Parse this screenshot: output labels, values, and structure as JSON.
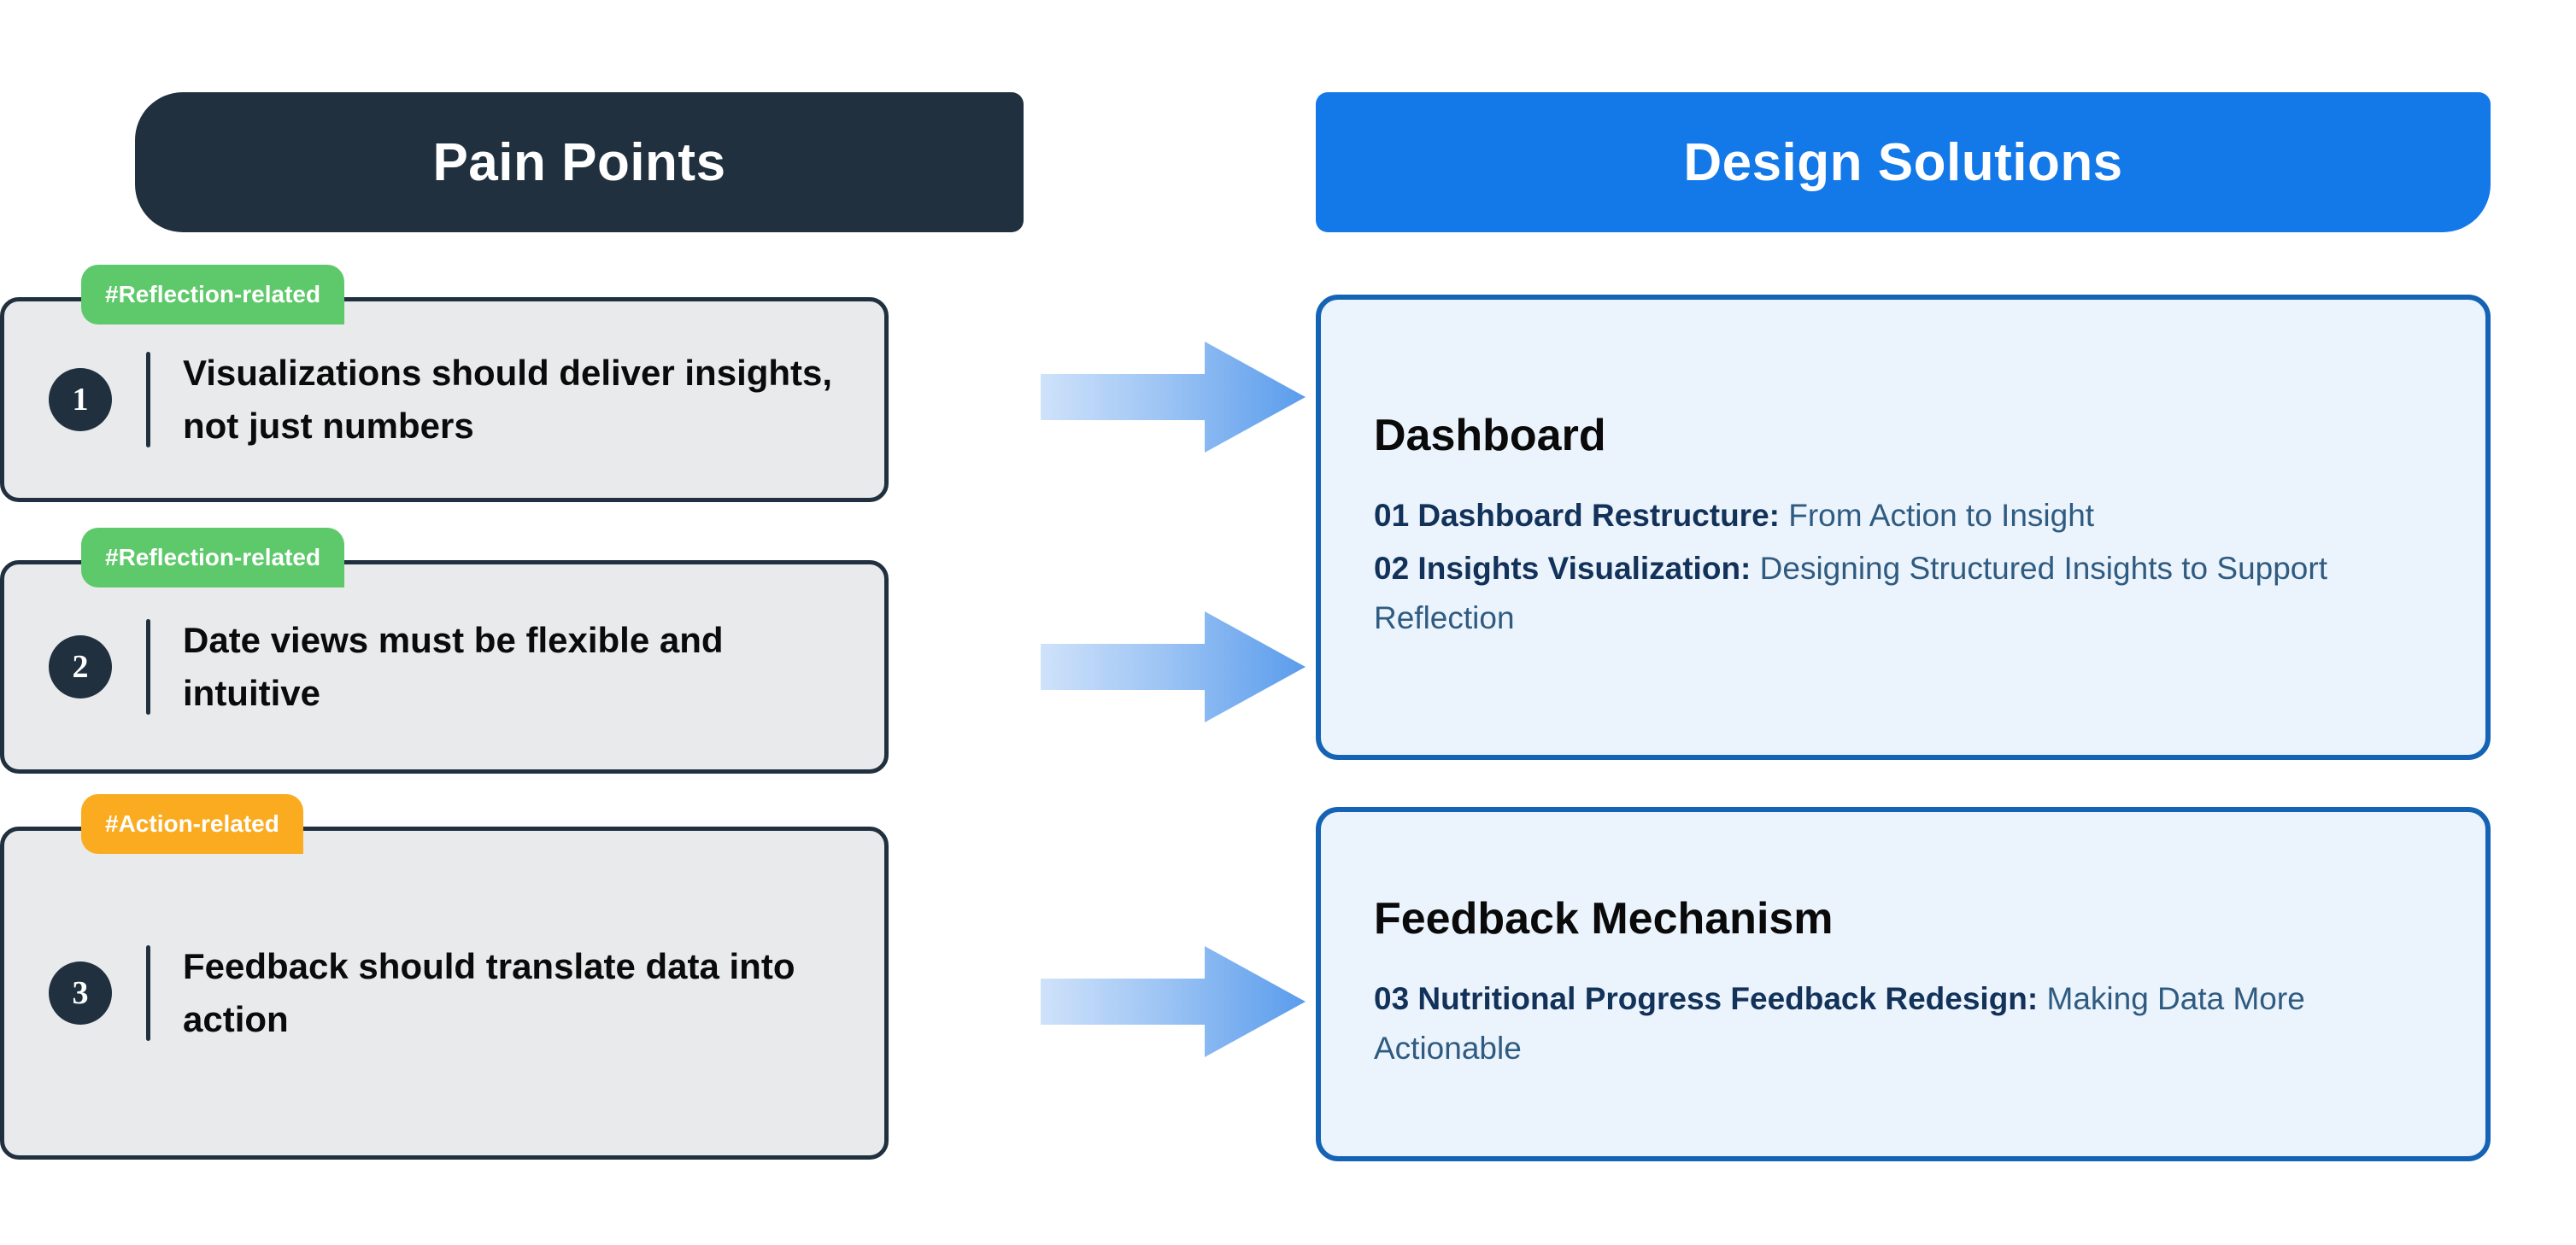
{
  "headers": {
    "pain": "Pain Points",
    "solutions": "Design Solutions"
  },
  "colors": {
    "dark_navy": "#20303f",
    "brand_blue": "#1378e8",
    "card_border_blue": "#1463b4",
    "card_fill_blue": "#ebf3fd",
    "tag_green": "#5ec96a",
    "tag_orange": "#faab20",
    "pain_card_fill": "#e8eaec",
    "arrow_blue": "#5a9cec"
  },
  "pain_points": [
    {
      "tag": "#Reflection-related",
      "tag_type": "green",
      "number": "1",
      "text": "Visualizations should deliver insights, not just numbers"
    },
    {
      "tag": "#Reflection-related",
      "tag_type": "green",
      "number": "2",
      "text": "Date views must be flexible and intuitive"
    },
    {
      "tag": "#Action-related",
      "tag_type": "orange",
      "number": "3",
      "text": "Feedback should translate data into action"
    }
  ],
  "solutions": [
    {
      "title": "Dashboard",
      "items": [
        {
          "label": "01 Dashboard Restructure:",
          "detail": " From Action to Insight"
        },
        {
          "label": "02 Insights Visualization:",
          "detail": " Designing Structured Insights to Support Reflection"
        }
      ]
    },
    {
      "title": "Feedback Mechanism",
      "items": [
        {
          "label": "03 Nutritional Progress Feedback Redesign:",
          "detail": " Making Data More Actionable"
        }
      ]
    }
  ],
  "arrows": [
    {
      "name": "arrow-pain1-to-dashboard"
    },
    {
      "name": "arrow-pain2-to-dashboard"
    },
    {
      "name": "arrow-pain3-to-feedback"
    }
  ]
}
